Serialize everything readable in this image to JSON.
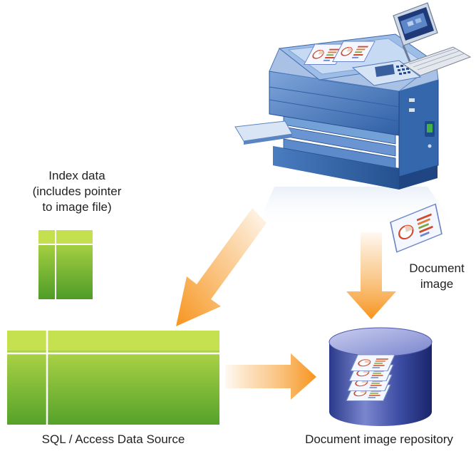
{
  "labels": {
    "index_data": [
      "Index data",
      "(includes pointer",
      "to image file)"
    ],
    "document_image": [
      "Document",
      "image"
    ],
    "sql_source": "SQL / Access Data Source",
    "repository": "Document image repository"
  },
  "colors": {
    "green_top": "#b8d94a",
    "green_bottom": "#5aa82a",
    "arrow_orange": "#f7941d",
    "printer_blue": "#3f6fb3",
    "printer_light": "#8fb2df",
    "cylinder_dark": "#1d2a6e",
    "cylinder_light": "#6b78c4"
  },
  "icons": {
    "device": "multifunction-printer-icon",
    "document": "document-icon",
    "database": "database-cylinder-icon"
  }
}
